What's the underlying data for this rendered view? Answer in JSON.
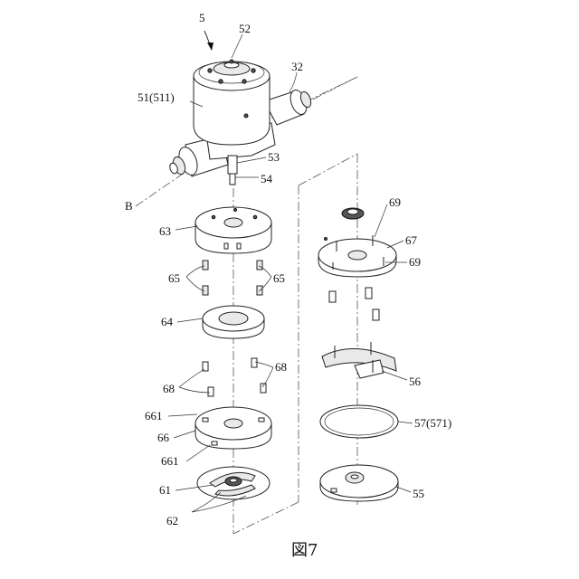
{
  "labels": {
    "l5": "5",
    "l52": "52",
    "l32": "32",
    "l51": "51(511)",
    "l53": "53",
    "l54": "54",
    "lB": "B",
    "l63": "63",
    "l65a": "65",
    "l65b": "65",
    "l64": "64",
    "l68a": "68",
    "l68b": "68",
    "l661a": "661",
    "l66": "66",
    "l661b": "661",
    "l61": "61",
    "l62": "62",
    "l69a": "69",
    "l67": "67",
    "l69b": "69",
    "l56": "56",
    "l57": "57(571)",
    "l55": "55"
  },
  "caption": "図7"
}
